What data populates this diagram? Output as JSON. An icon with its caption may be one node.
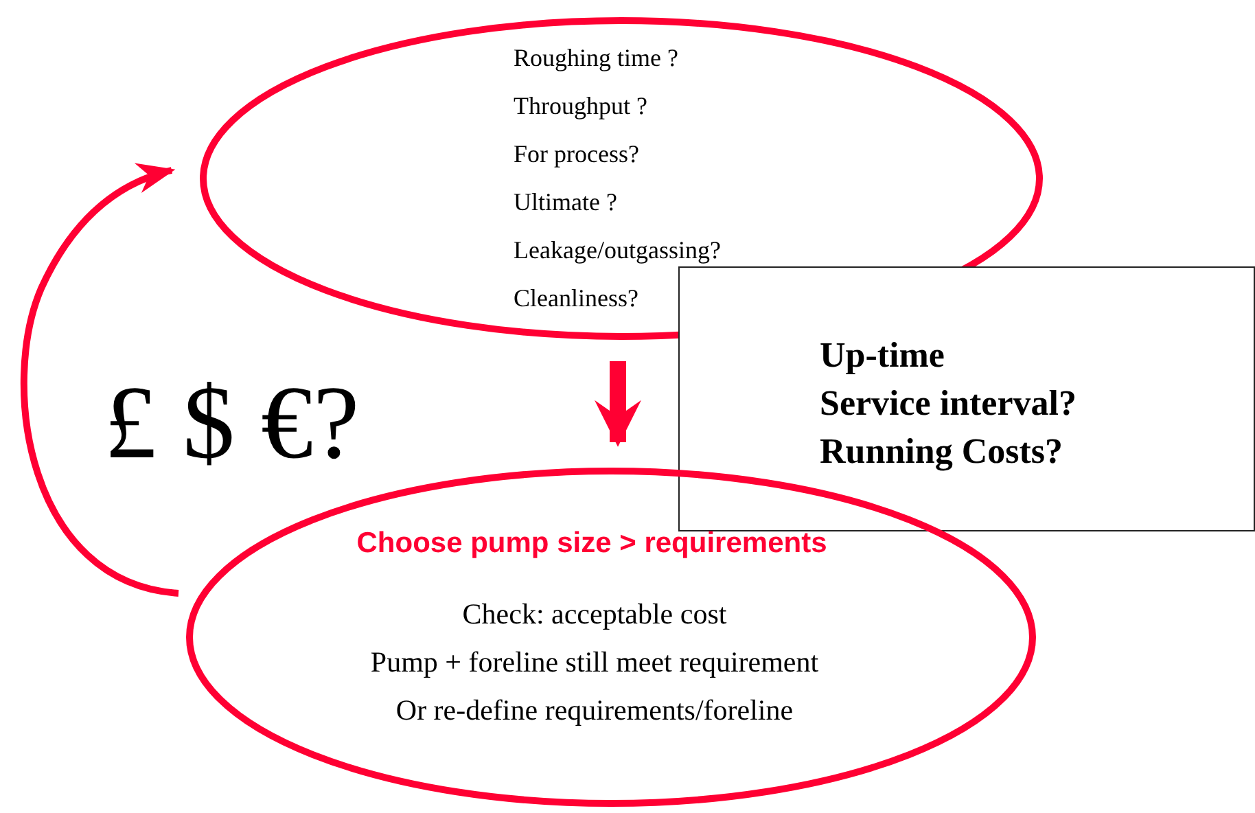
{
  "diagram": {
    "nodes": [
      {
        "text": [
          "Roughing time  ?",
          "Throughput  ?",
          "For process?",
          "Ultimate ?",
          "Leakage/outgassing?",
          "Cleanliness?"
        ]
      },
      {
        "text": [
          "Up-time",
          "Service interval?",
          "Running Costs?"
        ]
      },
      {
        "text": [
          "Choose pump size  >  requirements",
          "Check: acceptable  cost",
          "Pump + foreline still meet  requirement",
          "Or re-define requirements/foreline"
        ]
      }
    ],
    "edges": [
      {
        "from": 0,
        "to": 2,
        "arrow": "to",
        "style": "thick"
      },
      {
        "from": 2,
        "to": 0,
        "arrow": "to"
      }
    ],
    "labels": [
      "£ $ €?"
    ]
  }
}
